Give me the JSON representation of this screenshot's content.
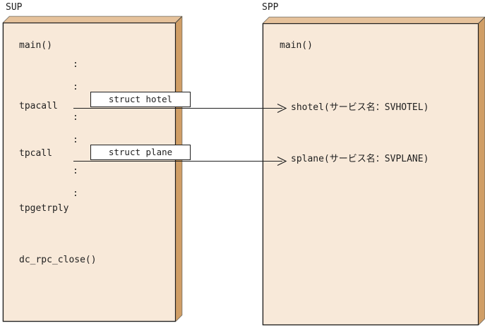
{
  "colors": {
    "background": "#ffffff",
    "box_face": "#f8e9d9",
    "box_top": "#e6c29b",
    "box_side": "#d09e66",
    "outline_gray": "#6e6a60",
    "border_dark": "#1f1f1f",
    "message_box_bg": "#ffffff",
    "text": "#1f1f1f"
  },
  "sup": {
    "label": "SUP",
    "items": [
      "main()",
      ":",
      ":",
      "tpacall",
      ":",
      ":",
      "tpcall",
      ":",
      ":",
      "tpgetrply",
      "dc_rpc_close()"
    ]
  },
  "spp": {
    "label": "SPP",
    "items": [
      "main()",
      "shotel(サービス名：SVHOTEL)",
      "splane(サービス名：SVPLANE)"
    ]
  },
  "messages": [
    {
      "label": "struct hotel",
      "from": "tpacall",
      "to": "shotel(サービス名：SVHOTEL)"
    },
    {
      "label": "struct plane",
      "from": "tpcall",
      "to": "splane(サービス名：SVPLANE)"
    }
  ]
}
